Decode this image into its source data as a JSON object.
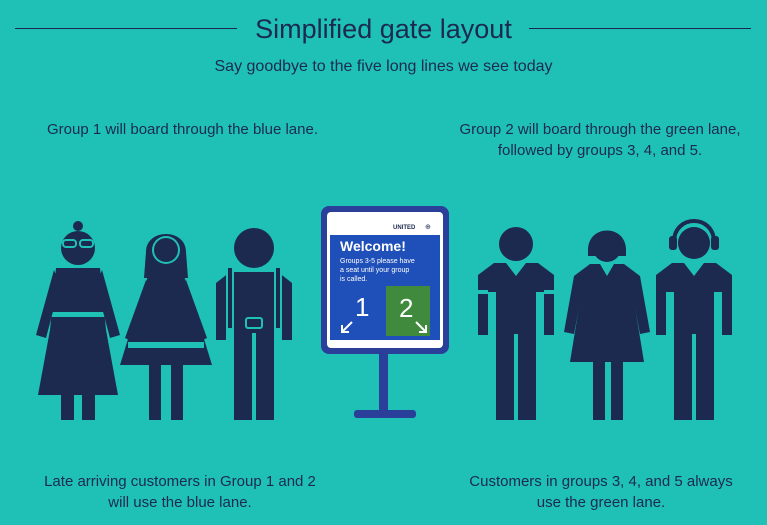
{
  "header": {
    "title": "Simplified gate layout",
    "subtitle": "Say goodbye to the five long lines we see today"
  },
  "captions": {
    "group1": "Group 1 will board through the blue lane.",
    "group2": "Group 2 will board through the green lane, followed by groups 3, 4, and 5.",
    "late": "Late arriving customers in Group 1 and 2 will use the blue lane.",
    "green_always": "Customers in groups 3, 4, and 5 always use the green lane."
  },
  "sign": {
    "brand": "UNITED",
    "welcome": "Welcome!",
    "message_line1": "Groups 3-5 please have",
    "message_line2": "a seat until your group",
    "message_line3": "is called.",
    "lane_blue": "1",
    "lane_green": "2"
  },
  "colors": {
    "background": "#1fc1b6",
    "figure": "#1b2a4e",
    "sign_frame": "#2a3f9a",
    "sign_blue": "#1f4fb8",
    "sign_green": "#3f8a3c"
  },
  "icons": [
    "woman-glasses-icon",
    "woman-dress-icon",
    "man-backpack-icon",
    "man-icon",
    "woman-jacket-icon",
    "man-headphones-icon"
  ]
}
